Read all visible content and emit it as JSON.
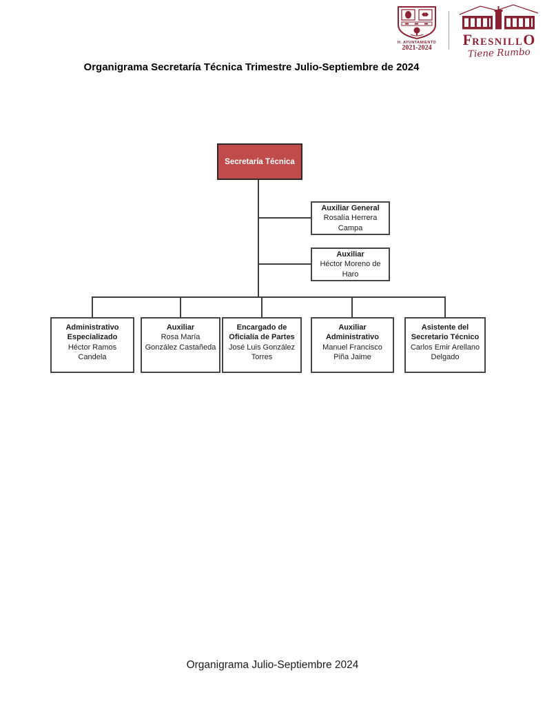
{
  "page": {
    "title": "Organigrama Secretaría Técnica Trimestre Julio-Septiembre de 2024",
    "footer": "Organigrama Julio-Septiembre 2024"
  },
  "header": {
    "crest": {
      "caption_line1": "H. AYUNTAMIENTO",
      "caption_line2": "2021-2024"
    },
    "brand": {
      "first_letter": "F",
      "middle_letters": "resnill",
      "last_letter": "O",
      "tagline": "Tiene Rumbo",
      "color": "#8b2130"
    }
  },
  "org_chart": {
    "root": {
      "title": "Secretaría Técnica",
      "fill_color": "#bf4b4b",
      "text_color": "#ffffff"
    },
    "assistants": [
      {
        "title": "Auxiliar General",
        "name": "Rosalía Herrera Campa"
      },
      {
        "title": "Auxiliar",
        "name": "Héctor Moreno de Haro"
      }
    ],
    "direct_reports": [
      {
        "title": "Administrativo Especializado",
        "name": "Héctor Ramos Candela"
      },
      {
        "title": "Auxiliar",
        "name": "Rosa María González Castañeda"
      },
      {
        "title": "Encargado de Oficialía de Partes",
        "name": "José Luis González Torres"
      },
      {
        "title": "Auxiliar Administrativo",
        "name": "Manuel Francisco Piña Jaime"
      },
      {
        "title": "Asistente del Secretario Técnico",
        "name": "Carlos Emir Arellano Delgado"
      }
    ]
  }
}
